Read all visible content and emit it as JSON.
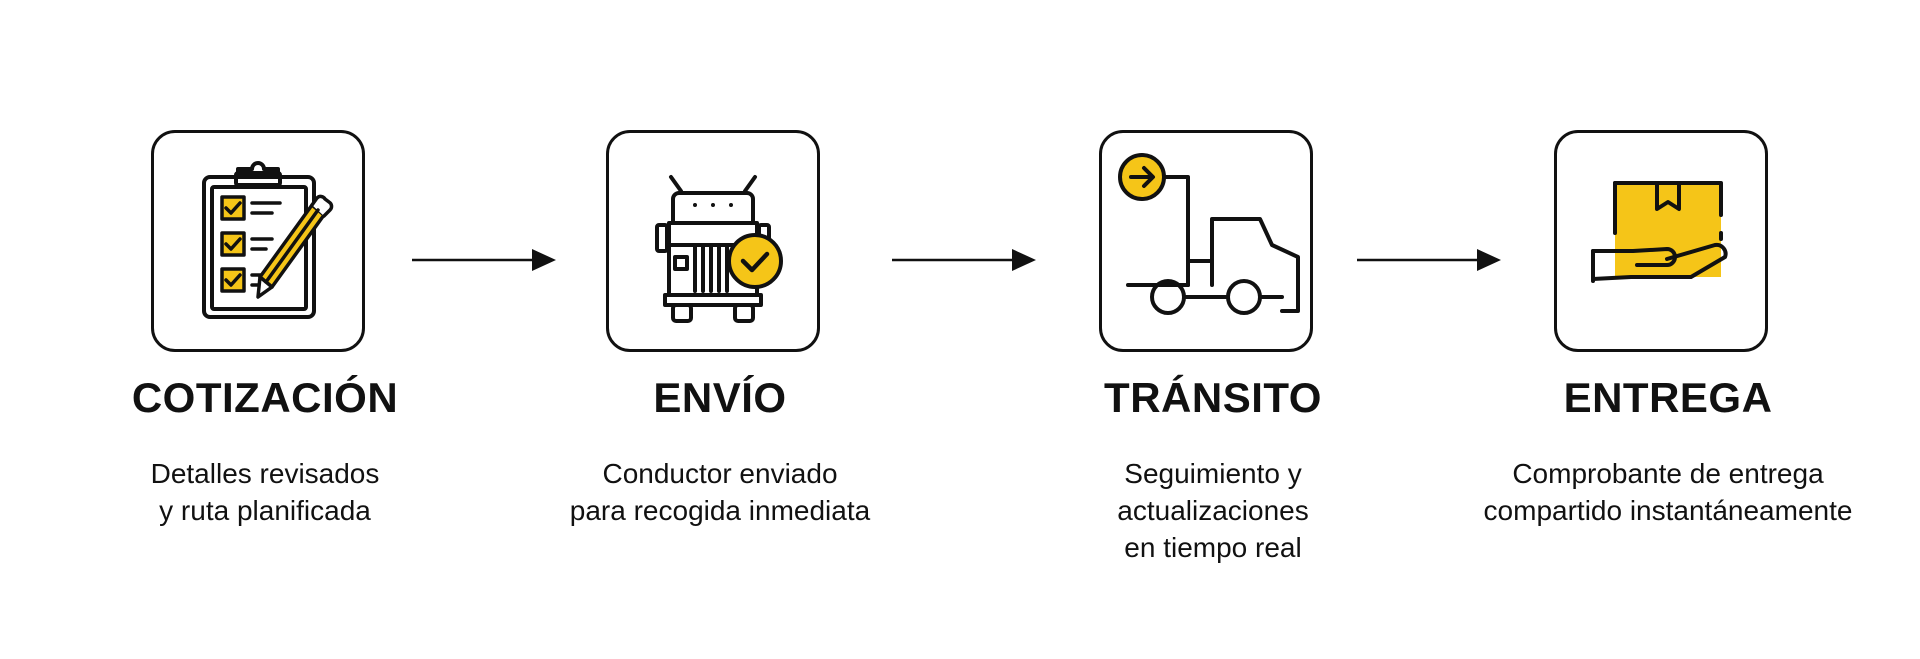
{
  "colors": {
    "accent": "#F5C518",
    "ink": "#111111",
    "background": "#FFFFFF"
  },
  "steps": [
    {
      "title": "COTIZACIÓN",
      "description": "Detalles revisados\ny ruta planificada",
      "icon": "clipboard-checklist-icon"
    },
    {
      "title": "ENVÍO",
      "description": "Conductor enviado\npara recogida inmediata",
      "icon": "truck-check-icon"
    },
    {
      "title": "TRÁNSITO",
      "description": "Seguimiento y\nactualizaciones\nen tiempo real",
      "icon": "forklift-arrow-icon"
    },
    {
      "title": "ENTREGA",
      "description": "Comprobante de entrega\ncompartido instantáneamente",
      "icon": "hand-package-icon"
    }
  ]
}
